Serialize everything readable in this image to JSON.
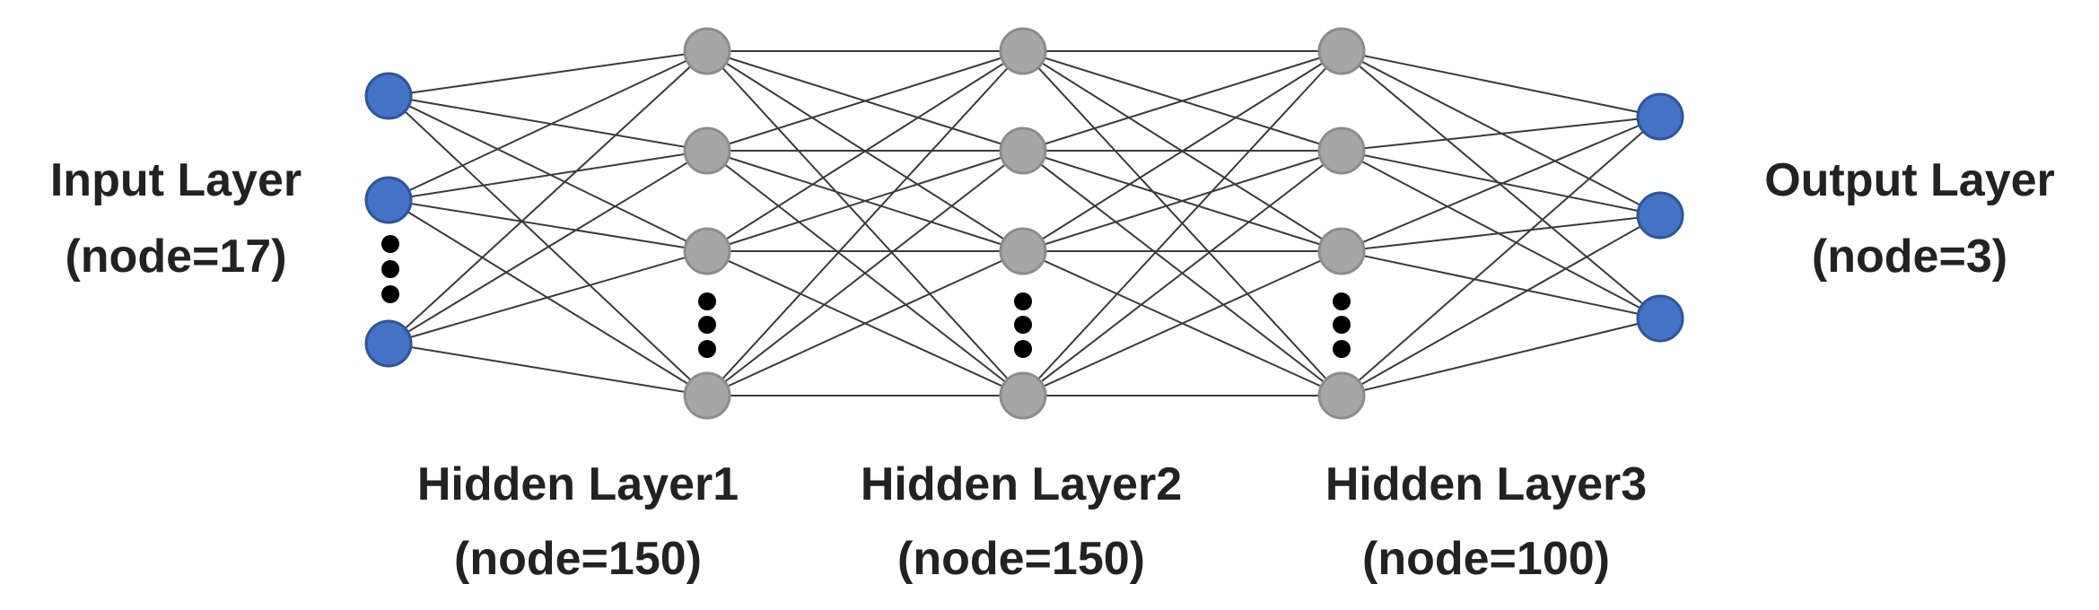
{
  "diagram": {
    "title": "",
    "layers": [
      {
        "key": "input",
        "name": "Input Layer",
        "nodes_text": "(node=17)",
        "node_count": 17,
        "visible_nodes": 3,
        "ellipsis": true,
        "color": "#4472c4",
        "stroke": "#2f5597"
      },
      {
        "key": "hidden1",
        "name": "Hidden Layer1",
        "nodes_text": "(node=150)",
        "node_count": 150,
        "visible_nodes": 4,
        "ellipsis": true,
        "color": "#a6a6a6",
        "stroke": "#8c8c8c"
      },
      {
        "key": "hidden2",
        "name": "Hidden Layer2",
        "nodes_text": "(node=150)",
        "node_count": 150,
        "visible_nodes": 4,
        "ellipsis": true,
        "color": "#a6a6a6",
        "stroke": "#8c8c8c"
      },
      {
        "key": "hidden3",
        "name": "Hidden Layer3",
        "nodes_text": "(node=100)",
        "node_count": 100,
        "visible_nodes": 4,
        "ellipsis": true,
        "color": "#a6a6a6",
        "stroke": "#8c8c8c"
      },
      {
        "key": "output",
        "name": "Output Layer",
        "nodes_text": "(node=3)",
        "node_count": 3,
        "visible_nodes": 3,
        "ellipsis": false,
        "color": "#4472c4",
        "stroke": "#2f5597"
      }
    ],
    "connectivity": "fully-connected",
    "edge_color": "#3a3a3a"
  }
}
